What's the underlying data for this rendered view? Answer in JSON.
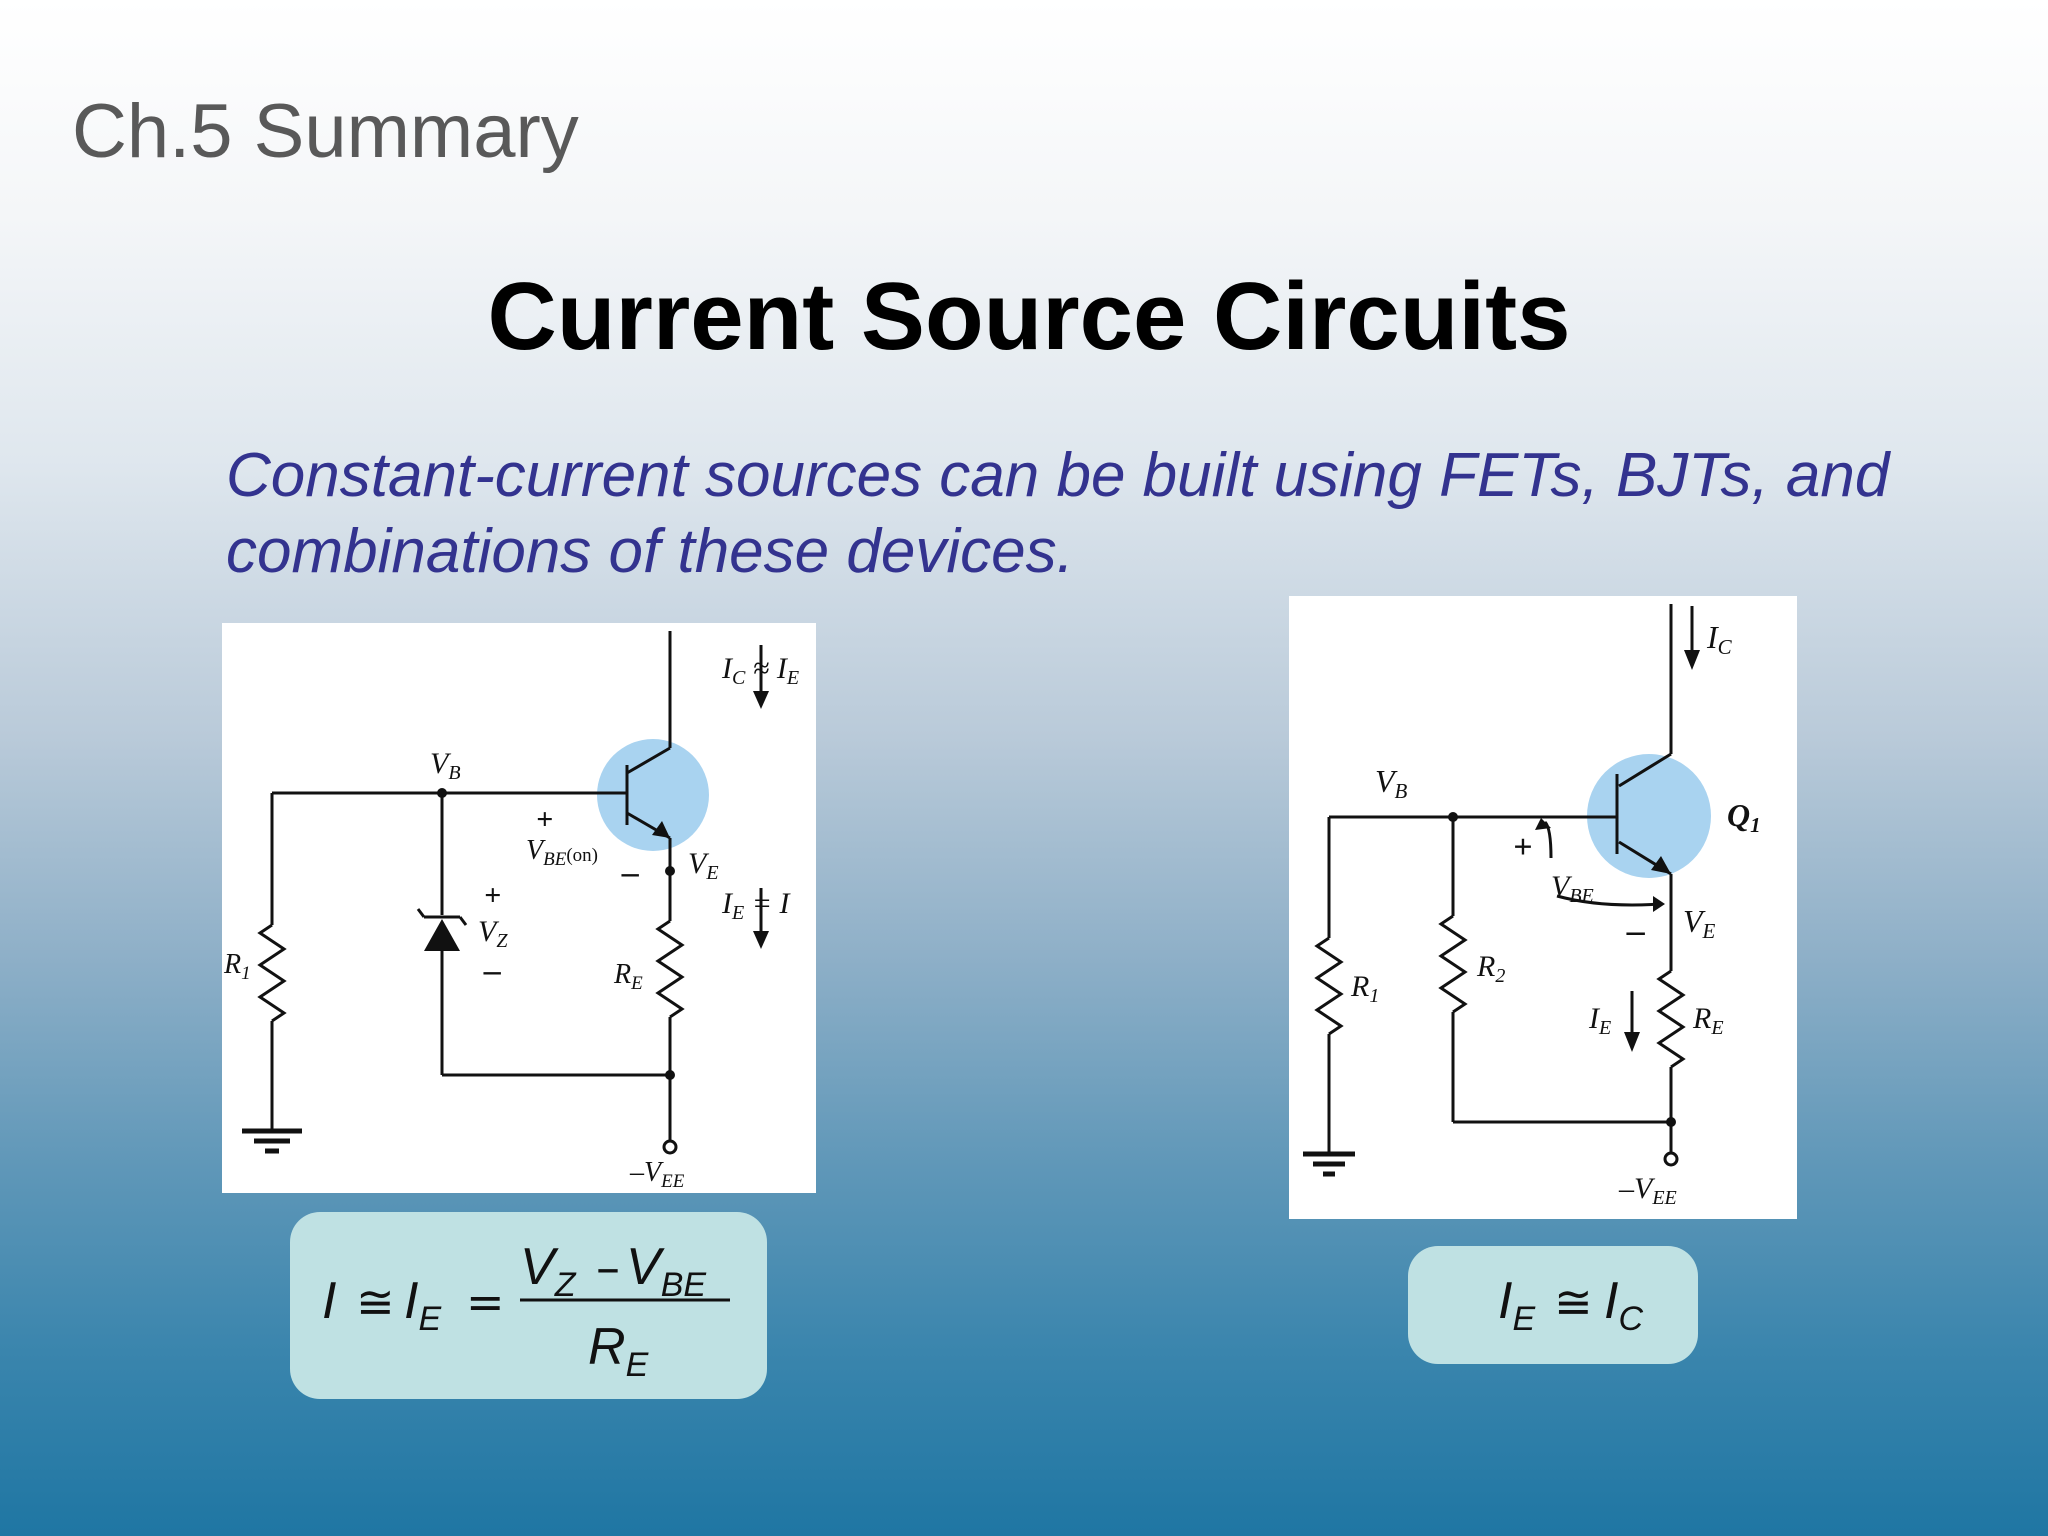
{
  "section_label": "Ch.5 Summary",
  "title": "Current Source Circuits",
  "subtitle": {
    "line1": "Constant-current sources can be built using FETs, BJTs, and",
    "line2": "combinations of  these devices."
  },
  "circuit_left": {
    "ic_label": "I",
    "ic_sub": "C",
    "ic_rel": " ≈ ",
    "ie_label": "I",
    "ie_sub": "E",
    "vb_label": "V",
    "vb_sub": "B",
    "vbe_plus": "+",
    "vbe_label": "V",
    "vbe_sub": "BE",
    "vbe_on": "(on)",
    "vbe_minus": "–",
    "ve_label": "V",
    "ve_sub": "E",
    "ie_eq_label": "I",
    "ie_eq_sub": "E",
    "ie_eq_rest": " = I",
    "vz_plus": "+",
    "vz_label": "V",
    "vz_sub": "Z",
    "vz_minus": "–",
    "r1_label": "R",
    "r1_sub": "1",
    "re_label": "R",
    "re_sub": "E",
    "vee_label": "–V",
    "vee_sub": "EE"
  },
  "circuit_right": {
    "ic_label": "I",
    "ic_sub": "C",
    "vb_label": "V",
    "vb_sub": "B",
    "q1_label": "Q",
    "q1_sub": "1",
    "vbe_plus": "+",
    "vbe_label": "V",
    "vbe_sub": "BE",
    "vbe_minus": "–",
    "ve_label": "V",
    "ve_sub": "E",
    "r1_label": "R",
    "r1_sub": "1",
    "r2_label": "R",
    "r2_sub": "2",
    "ie_label": "I",
    "ie_sub": "E",
    "re_label": "R",
    "re_sub": "E",
    "vee_label": "–V",
    "vee_sub": "EE"
  },
  "formula_left": {
    "lhs_i": "I",
    "approx1": "≅",
    "ie": "I",
    "ie_sub": "E",
    "equals": "=",
    "num_vz": "V",
    "num_vz_sub": "Z",
    "minus": "–",
    "num_vbe": "V",
    "num_vbe_sub": "BE",
    "den_r": "R",
    "den_r_sub": "E"
  },
  "formula_right": {
    "ie": "I",
    "ie_sub": "E",
    "approx": "≅",
    "ic": "I",
    "ic_sub": "C"
  },
  "colors": {
    "subtitle": "#33338f",
    "transistor_fill": "#a9d3f0",
    "formula_box": "#bfe1e3"
  }
}
